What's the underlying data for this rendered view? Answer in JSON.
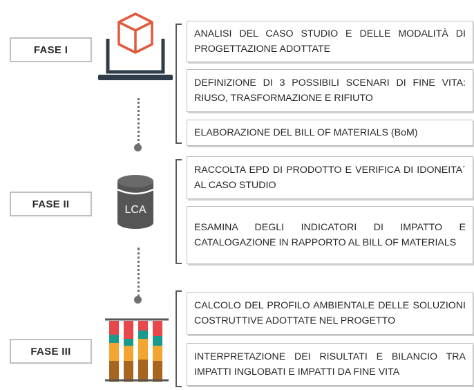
{
  "phases": [
    {
      "label": "FASE I",
      "steps": [
        "ANALISI DEL CASO STUDIO E DELLE MODALITÀ DI PROGETTAZIONE ADOTTATE",
        "DEFINIZIONE DI 3 POSSIBILI SCENARI DI FINE VITA: RIUSO, TRASFORMAZIONE E RIFIUTO",
        "ELABORAZIONE DEL BILL OF MATERIALS (BoM)"
      ]
    },
    {
      "label": "FASE II",
      "icon_text": "LCA",
      "steps": [
        "RACCOLTA EPD DI PRODOTTO E VERIFICA DI IDONEITA´ AL CASO STUDIO",
        "ESAMINA DEGLI INDICATORI DI IMPATTO E CATALOGAZIONE IN RAPPORTO AL BILL OF MATERIALS"
      ]
    },
    {
      "label": "FASE III",
      "steps": [
        "CALCOLO DEL PROFILO AMBIENTALE DELLE SOLUZIONI COSTRUTTIVE ADOTTATE NEL PROGETTO",
        "INTERPRETAZIONE DEI RISULTATI E BILANCIO TRA IMPATTI INGLOBATI E IMPATTI DA FINE VITA"
      ]
    }
  ],
  "colors": {
    "box_icon": "#e05a3c",
    "laptop": "#2f3d4a",
    "cylinder": "#555555",
    "bar_colors": [
      "#e8474b",
      "#1a9a8d",
      "#f2a531",
      "#a8651f"
    ]
  },
  "icons": [
    "laptop-box-icon",
    "lca-database-icon",
    "stacked-bars-icon"
  ]
}
